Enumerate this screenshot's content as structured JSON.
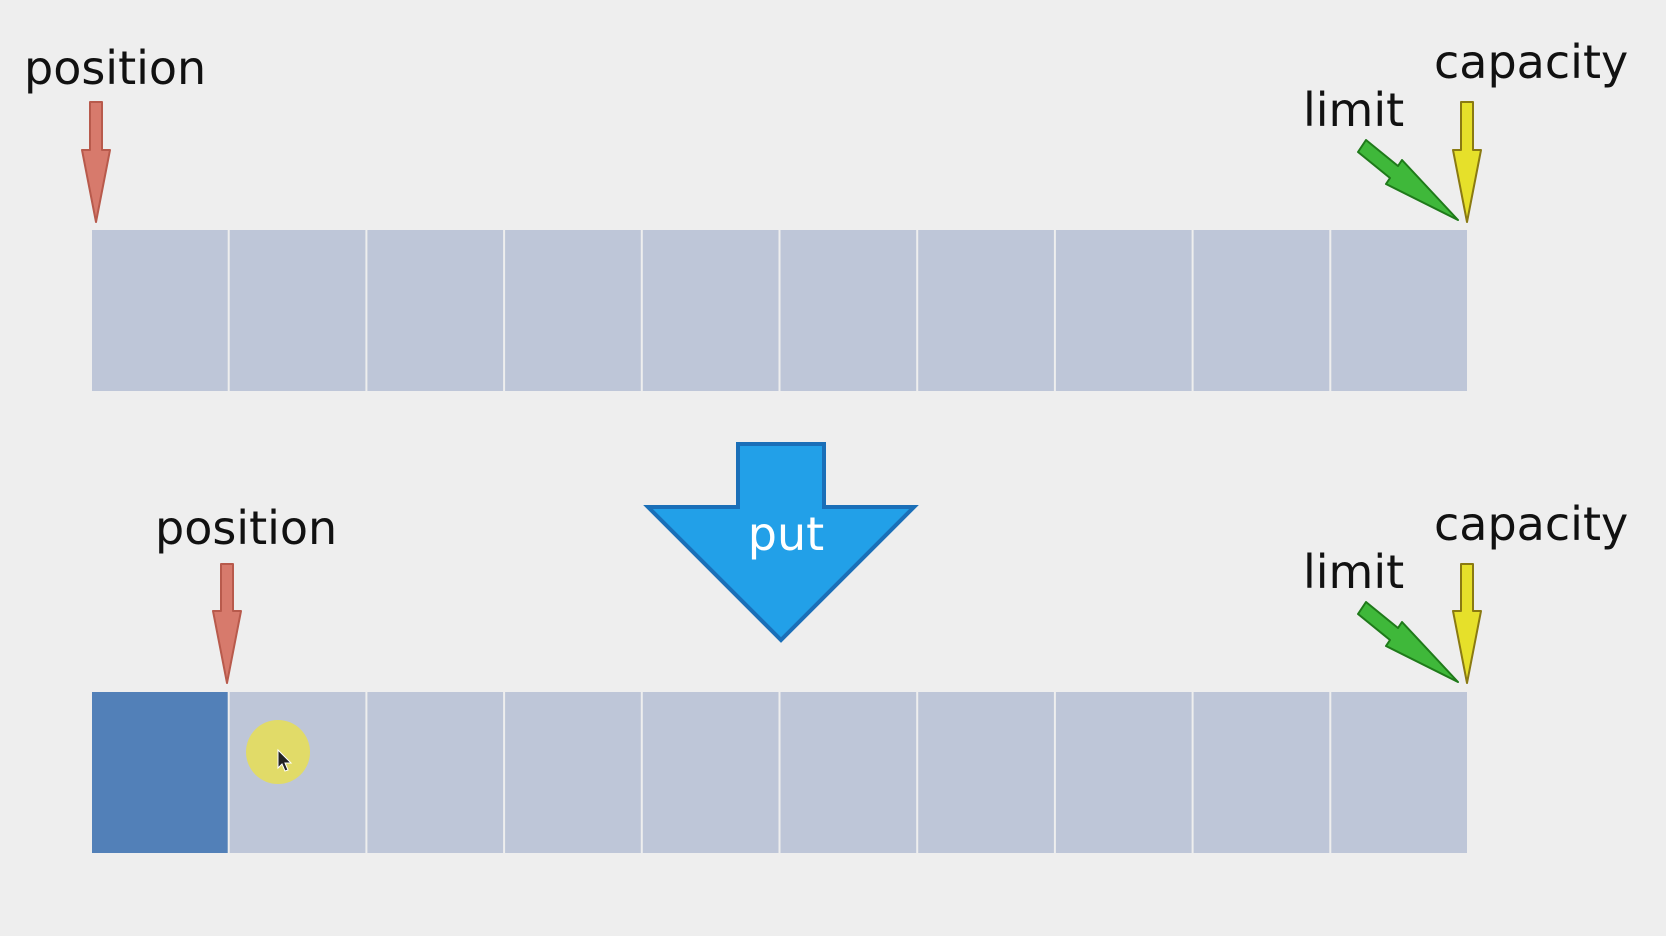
{
  "colors": {
    "background": "#eeeeee",
    "cell_empty": "#bec6d8",
    "cell_filled": "#5280b8",
    "cell_divider": "#f2f2f2",
    "position_arrow": "#d77a6c",
    "position_arrow_stroke": "#b85a4c",
    "limit_arrow": "#3fb83a",
    "limit_arrow_stroke": "#1f7a1a",
    "capacity_arrow": "#e6e02a",
    "capacity_arrow_stroke": "#8a7a12",
    "put_arrow": "#22a0e8",
    "put_arrow_stroke": "#1a6fb8",
    "cursor_highlight": "#e8de55"
  },
  "before": {
    "cell_count": 10,
    "filled_count": 0,
    "position_label": "position",
    "limit_label": "limit",
    "capacity_label": "capacity",
    "position_index": 0,
    "limit_index": 10,
    "capacity_index": 10
  },
  "operation": {
    "label": "put",
    "icon": "down-arrow-icon"
  },
  "after": {
    "cell_count": 10,
    "filled_count": 1,
    "position_label": "position",
    "limit_label": "limit",
    "capacity_label": "capacity",
    "position_index": 1,
    "limit_index": 10,
    "capacity_index": 10
  },
  "cursor": {
    "icon": "mouse-pointer-icon"
  }
}
